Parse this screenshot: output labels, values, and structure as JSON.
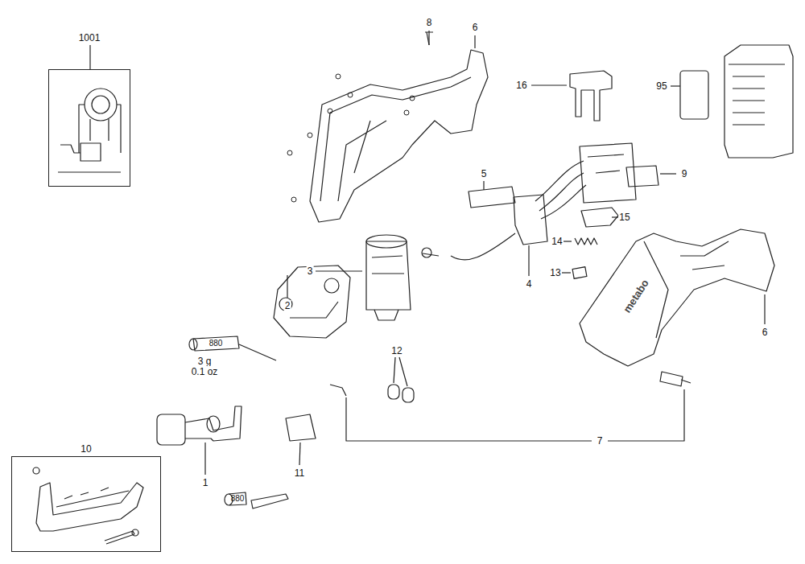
{
  "diagram": {
    "nodes": [
      {
        "text": [
          "1001"
        ]
      },
      {
        "text": [
          "10"
        ]
      }
    ],
    "labels": [
      "8",
      "6",
      "16",
      "95",
      "5",
      "9",
      "15",
      "14",
      "13",
      "3",
      "4",
      "2",
      "880",
      "3 g",
      "0.1 oz",
      "12",
      "6",
      "1",
      "880",
      "11",
      "7",
      "metabo"
    ]
  }
}
